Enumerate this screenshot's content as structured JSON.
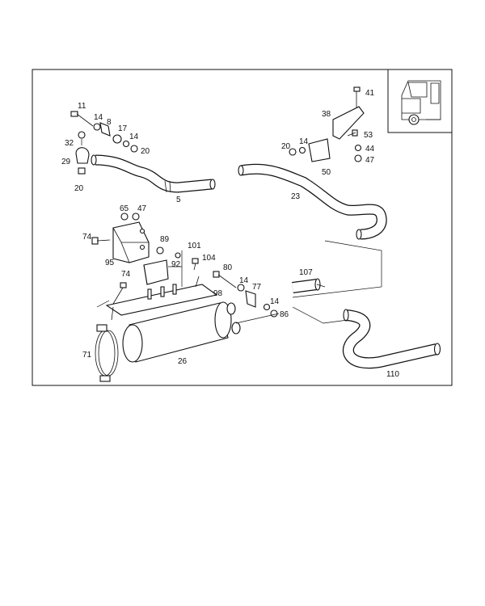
{
  "labels": {
    "p11": "11",
    "p14a": "14",
    "p8": "8",
    "p17": "17",
    "p14b": "14",
    "p20a": "20",
    "p32": "32",
    "p29": "29",
    "p20b": "20",
    "p5": "5",
    "p41": "41",
    "p38": "38",
    "p53": "53",
    "p44": "44",
    "p47a": "47",
    "p20c": "20",
    "p14c": "14",
    "p50": "50",
    "p23": "23",
    "p65": "65",
    "p47b": "47",
    "p74a": "74",
    "p95": "95",
    "p89": "89",
    "p101": "101",
    "p92": "92",
    "p104": "104",
    "p74b": "74",
    "p80": "80",
    "p98": "98",
    "p14d": "14",
    "p77": "77",
    "p107": "107",
    "p14e": "14",
    "p86": "86",
    "p71": "71",
    "p26": "26",
    "p110": "110"
  }
}
